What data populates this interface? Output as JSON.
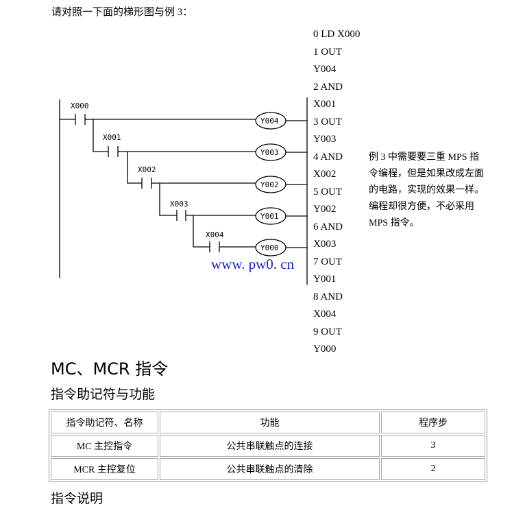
{
  "intro": "请对照一下面的梯形图与例 3：",
  "instruction_list": [
    "0 LD X000",
    "1 OUT",
    "Y004",
    "2 AND",
    "X001",
    "3 OUT",
    "Y003",
    "4 AND",
    "X002",
    "5 OUT",
    "Y002",
    "6 AND",
    "X003",
    "7 OUT",
    "Y001",
    "8 AND",
    "X004",
    "9 OUT",
    "Y000"
  ],
  "ladder": {
    "contacts": [
      "X000",
      "X001",
      "X002",
      "X003",
      "X004"
    ],
    "coils": [
      "Y004",
      "Y003",
      "Y002",
      "Y001",
      "Y000"
    ]
  },
  "watermark": "www. pw0. cn",
  "note": "例 3 中需要要三重 MPS 指令编程，但是如果改成左面的电路，实现的效果一样。编程却很方便，不必采用 MPS 指令。",
  "heading1": "MC、MCR 指令",
  "heading2": "指令助记符与功能",
  "table": {
    "headers": [
      "指令助记符、名称",
      "功能",
      "程序步"
    ],
    "rows": [
      [
        "MC  主控指令",
        "公共串联触点的连接",
        "3"
      ],
      [
        "MCR  主控复位",
        "公共串联触点的清除",
        "2"
      ]
    ]
  },
  "heading3": "指令说明"
}
